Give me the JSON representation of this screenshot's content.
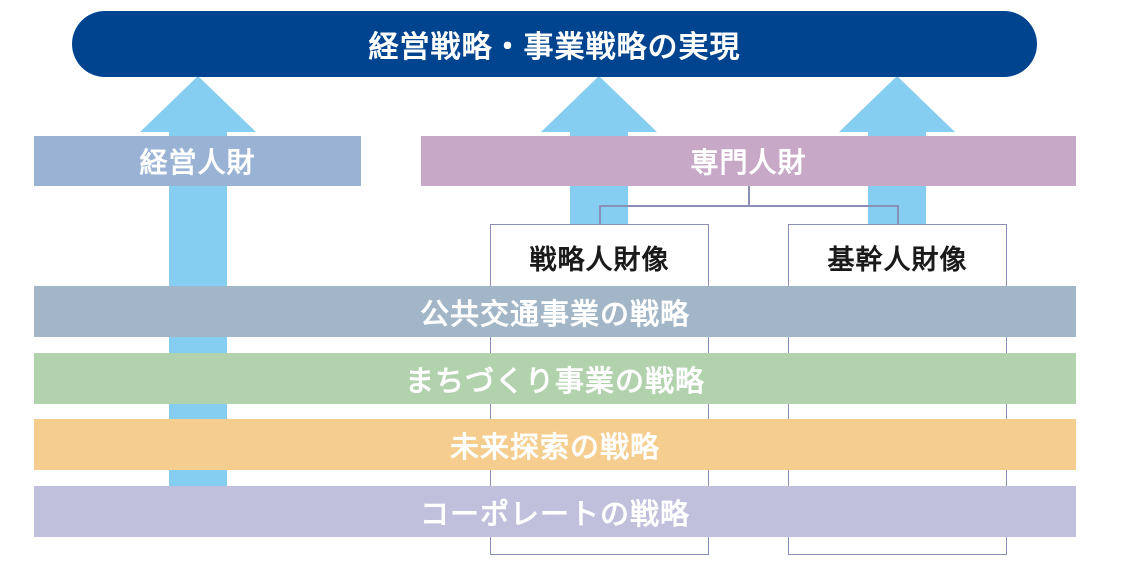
{
  "goal": {
    "label": "経営戦略・事業戦略の実現",
    "color": "#00448f"
  },
  "talent_categories": {
    "management": {
      "label": "経営人財",
      "color": "#9ab3d5"
    },
    "specialist": {
      "label": "専門人財",
      "color": "#c7a8c6"
    }
  },
  "talent_profiles": [
    {
      "label": "戦略人財像"
    },
    {
      "label": "基幹人財像"
    }
  ],
  "strategies": [
    {
      "label": "公共交通事業の戦略",
      "color": "#a2b6c7"
    },
    {
      "label": "まちづくり事業の戦略",
      "color": "#b1d2ad"
    },
    {
      "label": "未来探索の戦略",
      "color": "#f5cd8f"
    },
    {
      "label": "コーポレートの戦略",
      "color": "#c0c0dd"
    }
  ],
  "arrow_color": "#86cdf2"
}
